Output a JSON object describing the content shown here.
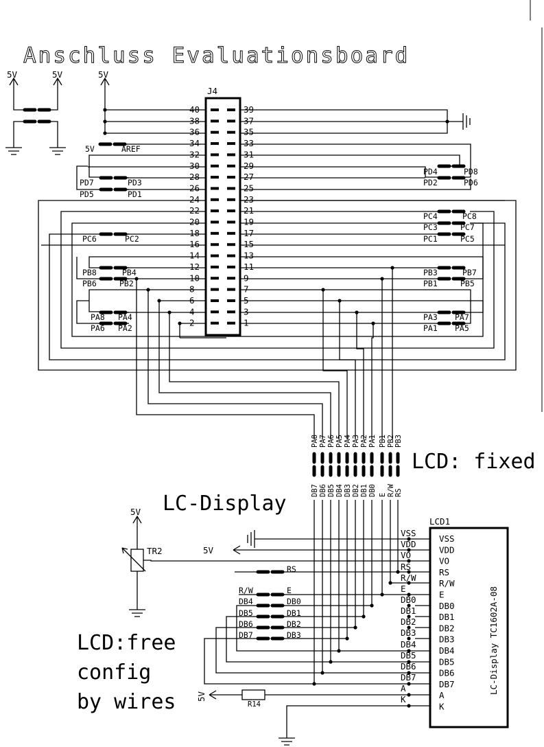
{
  "title": "Anschluss Evaluationsboard",
  "connector": {
    "name": "J4",
    "left_pins": [
      "40",
      "38",
      "36",
      "34",
      "32",
      "30",
      "28",
      "26",
      "24",
      "22",
      "20",
      "18",
      "16",
      "14",
      "12",
      "10",
      "8",
      "6",
      "4",
      "2"
    ],
    "right_pins": [
      "39",
      "37",
      "35",
      "33",
      "31",
      "29",
      "27",
      "25",
      "23",
      "21",
      "19",
      "17",
      "15",
      "13",
      "11",
      "9",
      "7",
      "5",
      "3",
      "1"
    ]
  },
  "power_labels": {
    "v5a": "5V",
    "v5b": "5V",
    "v5c": "5V",
    "aref_5v": "5V",
    "aref": "AREF",
    "tr2_5v": "5V",
    "tr2_out": "5V",
    "bl_5v": "5V"
  },
  "jumper_labels": {
    "pd7": "PD7",
    "pd3": "PD3",
    "pd5": "PD5",
    "pd1": "PD1",
    "pd4": "PD4",
    "pd8": "PD8",
    "pd2": "PD2",
    "pd6": "PD6",
    "pc6": "PC6",
    "pc2": "PC2",
    "pc4": "PC4",
    "pc8": "PC8",
    "pc3": "PC3",
    "pc7": "PC7",
    "pc1": "PC1",
    "pc5": "PC5",
    "pb8": "PB8",
    "pb4": "PB4",
    "pb6": "PB6",
    "pb2": "PB2",
    "pb3": "PB3",
    "pb7": "PB7",
    "pb1": "PB1",
    "pb5": "PB5",
    "pa8": "PA8",
    "pa4": "PA4",
    "pa6": "PA6",
    "pa2": "PA2",
    "pa3": "PA3",
    "pa7": "PA7",
    "pa1": "PA1",
    "pa5": "PA5"
  },
  "fixed_top_labels": [
    "PA8",
    "PA7",
    "PA6",
    "PA5",
    "PA4",
    "PA3",
    "PA2",
    "PA1",
    "PB1",
    "PB2",
    "PB3"
  ],
  "fixed_bottom_labels": [
    "DB7",
    "DB6",
    "DB5",
    "DB4",
    "DB3",
    "DB2",
    "DB1",
    "DB0",
    "E",
    "R/W",
    "RS"
  ],
  "lcd_fixed_text": "LCD: fixed",
  "lc_display_text": "LC-Display",
  "free_config_lines": [
    "LCD:free",
    "config",
    "by wires"
  ],
  "tr2": "TR2",
  "r14": "R14",
  "free_jumpers": {
    "rs": "RS",
    "rw": "R/W",
    "e": "E",
    "db4": "DB4",
    "db0": "DB0",
    "db5": "DB5",
    "db1": "DB1",
    "db6": "DB6",
    "db2": "DB2",
    "db7": "DB7",
    "db3": "DB3"
  },
  "lcd_wire_labels": [
    "VSS",
    "VDD",
    "VO",
    "RS",
    "R/W",
    "E",
    "DB0",
    "DB1",
    "DB2",
    "DB3",
    "DB4",
    "DB5",
    "DB6",
    "DB7",
    "A",
    "K"
  ],
  "lcd": {
    "ref": "LCD1",
    "part": "LC-Display TC1602A-08",
    "pins": [
      "VSS",
      "VDD",
      "VO",
      "RS",
      "R/W",
      "E",
      "DB0",
      "DB1",
      "DB2",
      "DB3",
      "DB4",
      "DB5",
      "DB6",
      "DB7",
      "A",
      "K"
    ]
  }
}
